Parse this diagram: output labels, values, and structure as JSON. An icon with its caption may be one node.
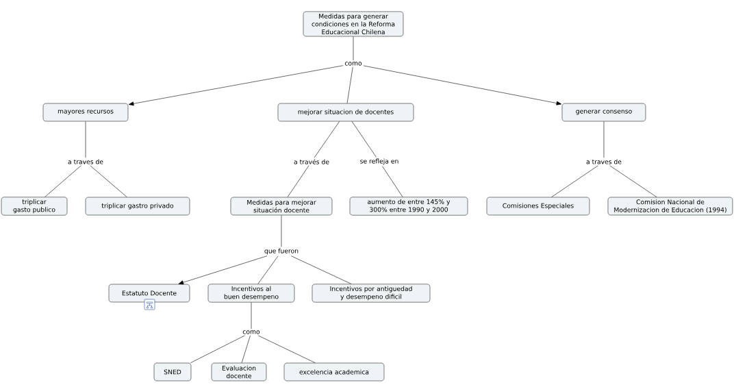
{
  "diagram": {
    "nodes": [
      {
        "text": [
          "Medidas para generar condiciones en la Reforma Educacional Chilena"
        ]
      },
      {
        "text": [
          "como"
        ]
      },
      {
        "text": [
          "mayores recursos"
        ]
      },
      {
        "text": [
          "mejorar situacion de docentes"
        ]
      },
      {
        "text": [
          "generar consenso"
        ]
      },
      {
        "text": [
          "a traves de"
        ]
      },
      {
        "text": [
          "a través de"
        ]
      },
      {
        "text": [
          "se refleja en"
        ]
      },
      {
        "text": [
          "a traves de"
        ]
      },
      {
        "text": [
          "triplicar gasto publico"
        ]
      },
      {
        "text": [
          "triplicar gastro privado"
        ]
      },
      {
        "text": [
          "Medidas para mejorar situación docente"
        ]
      },
      {
        "text": [
          "aumento de entre 145% y 300% entre 1990 y 2000"
        ]
      },
      {
        "text": [
          "Comisiones Especiales"
        ]
      },
      {
        "text": [
          "Comision Nacional de Modernizacion de Educacion (1994)"
        ]
      },
      {
        "text": [
          "que fueron"
        ]
      },
      {
        "text": [
          "Estatuto Docente"
        ]
      },
      {
        "text": [
          "Incentivos al buen desempeno"
        ]
      },
      {
        "text": [
          "Incentivos por antiguedad y desempeno dificil"
        ]
      },
      {
        "text": [
          "como"
        ]
      },
      {
        "text": [
          "SNED"
        ]
      },
      {
        "text": [
          "Evaluacion docente"
        ]
      },
      {
        "text": [
          "excelencia academica"
        ]
      }
    ],
    "edges": [
      {
        "from": 0,
        "to": 1,
        "arrow": "none"
      },
      {
        "from": 1,
        "to": 2,
        "arrow": "to"
      },
      {
        "from": 1,
        "to": 3,
        "arrow": "none"
      },
      {
        "from": 1,
        "to": 4,
        "arrow": "to"
      },
      {
        "from": 2,
        "to": 5,
        "arrow": "none"
      },
      {
        "from": 5,
        "to": 9,
        "arrow": "none"
      },
      {
        "from": 5,
        "to": 10,
        "arrow": "none"
      },
      {
        "from": 3,
        "to": 6,
        "arrow": "none"
      },
      {
        "from": 6,
        "to": 11,
        "arrow": "none"
      },
      {
        "from": 3,
        "to": 7,
        "arrow": "none"
      },
      {
        "from": 7,
        "to": 12,
        "arrow": "none"
      },
      {
        "from": 4,
        "to": 8,
        "arrow": "none"
      },
      {
        "from": 8,
        "to": 13,
        "arrow": "none"
      },
      {
        "from": 8,
        "to": 14,
        "arrow": "none"
      },
      {
        "from": 11,
        "to": 15,
        "arrow": "none"
      },
      {
        "from": 15,
        "to": 16,
        "arrow": "to"
      },
      {
        "from": 15,
        "to": 17,
        "arrow": "none"
      },
      {
        "from": 15,
        "to": 18,
        "arrow": "none"
      },
      {
        "from": 17,
        "to": 19,
        "arrow": "none"
      },
      {
        "from": 19,
        "to": 20,
        "arrow": "none"
      },
      {
        "from": 19,
        "to": 21,
        "arrow": "none"
      },
      {
        "from": 19,
        "to": 22,
        "arrow": "none"
      }
    ]
  }
}
